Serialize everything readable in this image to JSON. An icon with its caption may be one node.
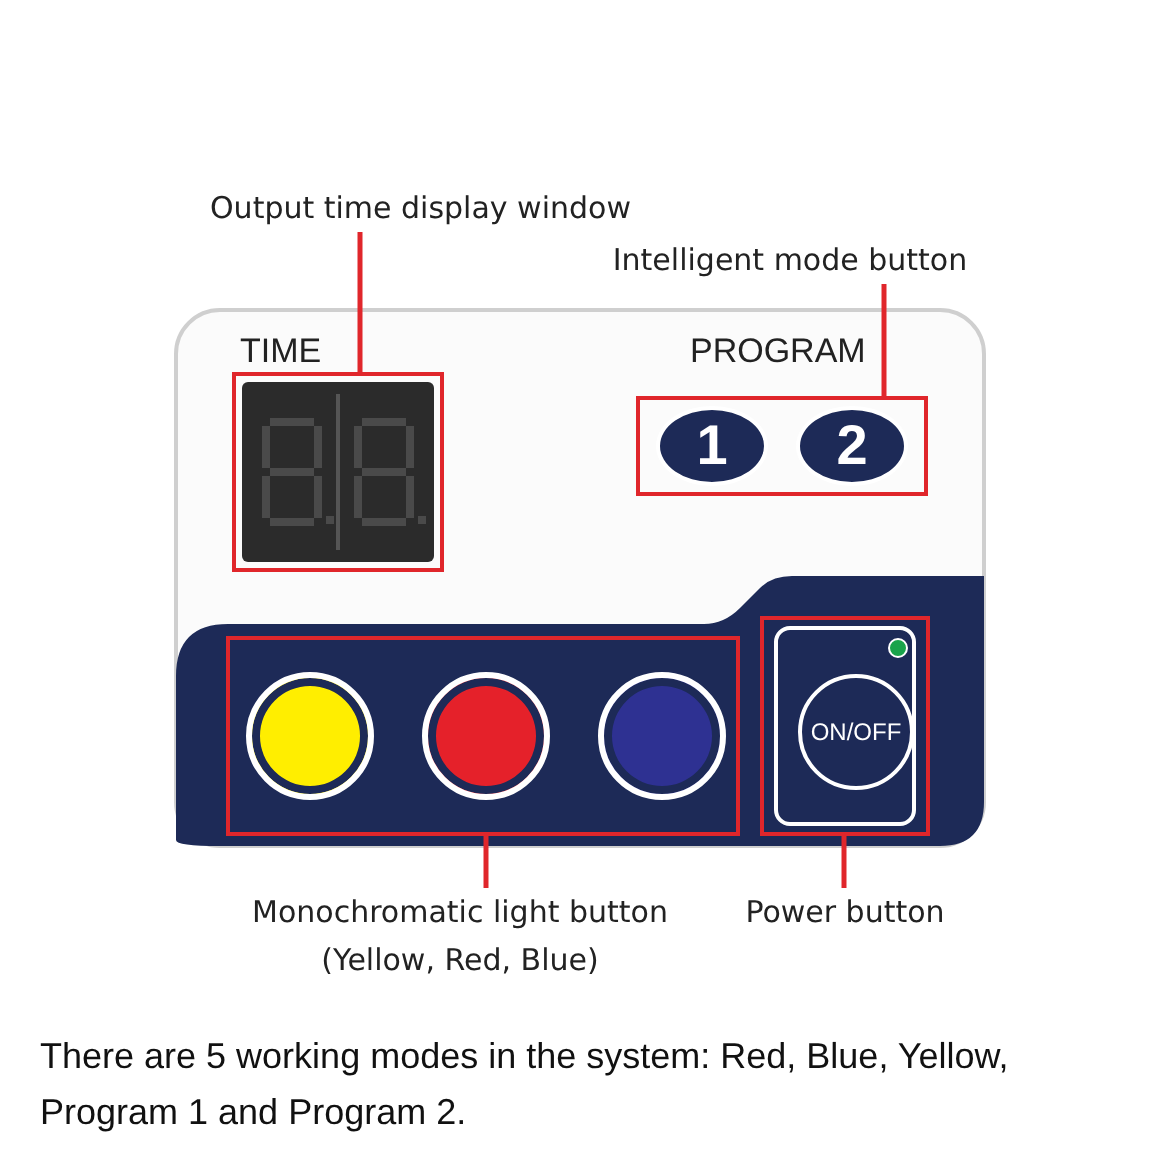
{
  "diagram": {
    "caption": "There are 5 working modes in the system: Red, Blue, Yellow, Program 1 and Program 2.",
    "nodes": [
      {
        "text": [
          "Output time display window"
        ]
      },
      {
        "text": [],
        "shape": "box"
      },
      {
        "text": [
          "Intelligent mode button"
        ]
      },
      {
        "text": [],
        "shape": "box"
      },
      {
        "text": [
          "1"
        ],
        "in": 3
      },
      {
        "text": [
          "2"
        ],
        "in": 3
      },
      {
        "text": [],
        "shape": "box"
      },
      {
        "text": [],
        "shape": "circle",
        "in": 6
      },
      {
        "text": [],
        "shape": "circle",
        "in": 6
      },
      {
        "text": [],
        "shape": "circle",
        "in": 6
      },
      {
        "text": [],
        "shape": "box"
      },
      {
        "text": [
          "ON/OFF"
        ],
        "in": 10
      },
      {
        "text": [
          "Monochromatic light button",
          "(Yellow, Red, Blue)"
        ]
      },
      {
        "text": [
          "Power button"
        ]
      }
    ],
    "edges": [
      {
        "from": 0,
        "to": 1,
        "arrow": "none"
      },
      {
        "from": 2,
        "to": 3,
        "arrow": "none"
      },
      {
        "from": 12,
        "to": 6,
        "arrow": "none"
      },
      {
        "from": 13,
        "to": 10,
        "arrow": "none"
      }
    ],
    "labels": [
      "TIME",
      "PROGRAM"
    ]
  }
}
